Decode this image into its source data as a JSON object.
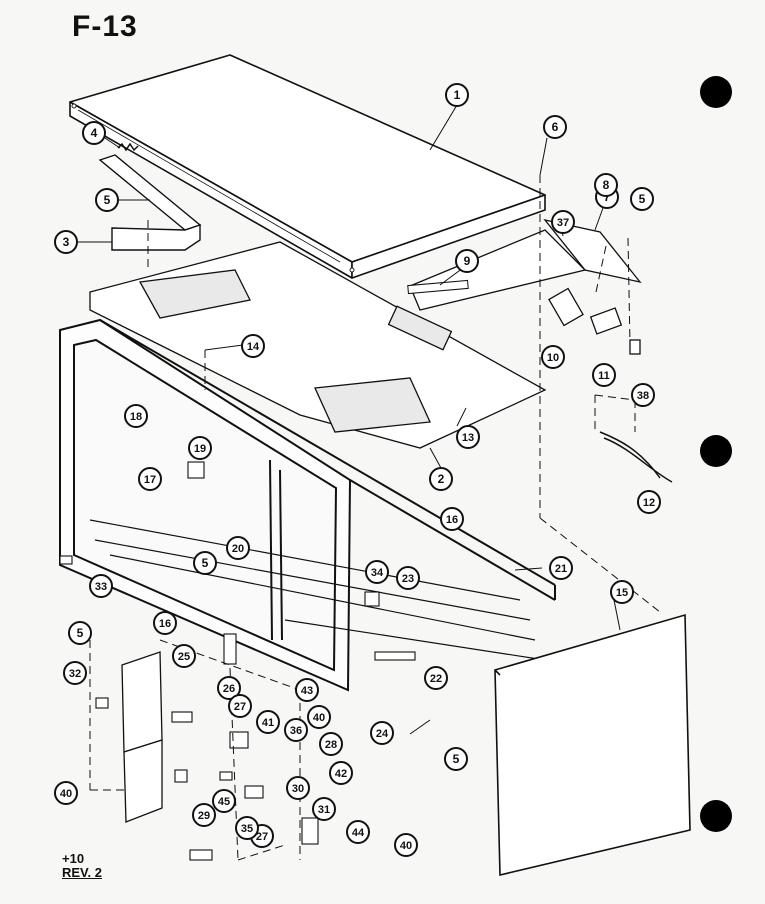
{
  "figure": {
    "title": "F-13",
    "page_ref": "+10",
    "revision": "REV. 2"
  },
  "callouts": [
    {
      "id": "c1",
      "label": "1"
    },
    {
      "id": "c2",
      "label": "2"
    },
    {
      "id": "c3",
      "label": "3"
    },
    {
      "id": "c4",
      "label": "4"
    },
    {
      "id": "c5a",
      "label": "5"
    },
    {
      "id": "c5b",
      "label": "5"
    },
    {
      "id": "c5c",
      "label": "5"
    },
    {
      "id": "c5d",
      "label": "5"
    },
    {
      "id": "c5e",
      "label": "5"
    },
    {
      "id": "c6",
      "label": "6"
    },
    {
      "id": "c7",
      "label": "7"
    },
    {
      "id": "c8",
      "label": "8"
    },
    {
      "id": "c9",
      "label": "9"
    },
    {
      "id": "c10",
      "label": "10"
    },
    {
      "id": "c11",
      "label": "11"
    },
    {
      "id": "c12",
      "label": "12"
    },
    {
      "id": "c13",
      "label": "13"
    },
    {
      "id": "c14",
      "label": "14"
    },
    {
      "id": "c15",
      "label": "15"
    },
    {
      "id": "c16a",
      "label": "16"
    },
    {
      "id": "c16b",
      "label": "16"
    },
    {
      "id": "c17",
      "label": "17"
    },
    {
      "id": "c18",
      "label": "18"
    },
    {
      "id": "c19",
      "label": "19"
    },
    {
      "id": "c20",
      "label": "20"
    },
    {
      "id": "c21",
      "label": "21"
    },
    {
      "id": "c22",
      "label": "22"
    },
    {
      "id": "c23",
      "label": "23"
    },
    {
      "id": "c24",
      "label": "24"
    },
    {
      "id": "c25",
      "label": "25"
    },
    {
      "id": "c26",
      "label": "26"
    },
    {
      "id": "c27a",
      "label": "27"
    },
    {
      "id": "c27b",
      "label": "27"
    },
    {
      "id": "c28",
      "label": "28"
    },
    {
      "id": "c29",
      "label": "29"
    },
    {
      "id": "c30",
      "label": "30"
    },
    {
      "id": "c31",
      "label": "31"
    },
    {
      "id": "c32",
      "label": "32"
    },
    {
      "id": "c33",
      "label": "33"
    },
    {
      "id": "c34",
      "label": "34"
    },
    {
      "id": "c35",
      "label": "35"
    },
    {
      "id": "c36",
      "label": "36"
    },
    {
      "id": "c37",
      "label": "37"
    },
    {
      "id": "c38",
      "label": "38"
    },
    {
      "id": "c40a",
      "label": "40"
    },
    {
      "id": "c40b",
      "label": "40"
    },
    {
      "id": "c40c",
      "label": "40"
    },
    {
      "id": "c41",
      "label": "41"
    },
    {
      "id": "c42",
      "label": "42"
    },
    {
      "id": "c43",
      "label": "43"
    },
    {
      "id": "c44",
      "label": "44"
    },
    {
      "id": "c45",
      "label": "45"
    }
  ]
}
